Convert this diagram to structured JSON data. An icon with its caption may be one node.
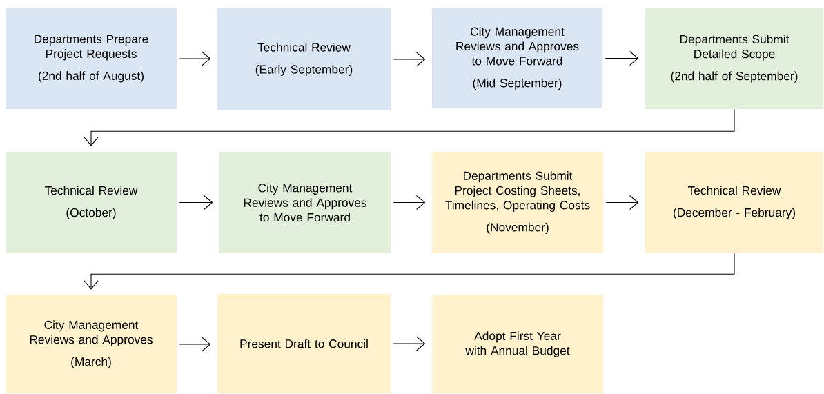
{
  "diagram": {
    "nodes": [
      {
        "text": [
          "Departments Prepare Project Requests",
          "(2nd half of August)"
        ]
      },
      {
        "text": [
          "Technical Review",
          "(Early September)"
        ]
      },
      {
        "text": [
          "City Management Reviews and Approves to Move Forward",
          "(Mid September)"
        ]
      },
      {
        "text": [
          "Departments Submit Detailed Scope",
          "(2nd half of September)"
        ]
      },
      {
        "text": [
          "Technical Review",
          "(October)"
        ]
      },
      {
        "text": [
          "City Management Reviews and Approves to Move Forward"
        ]
      },
      {
        "text": [
          "Departments Submit Project Costing Sheets, Timelines, Operating Costs",
          "(November)"
        ]
      },
      {
        "text": [
          "Technical Review",
          "(December - February)"
        ]
      },
      {
        "text": [
          "City Management Reviews and Approves",
          "(March)"
        ]
      },
      {
        "text": [
          "Present Draft to Council"
        ]
      },
      {
        "text": [
          "Adopt First Year with Annual Budget"
        ]
      }
    ],
    "edges": [
      {
        "from": 0,
        "to": 1,
        "arrow": "to"
      },
      {
        "from": 1,
        "to": 2,
        "arrow": "to"
      },
      {
        "from": 2,
        "to": 3,
        "arrow": "to"
      },
      {
        "from": 3,
        "to": 4,
        "arrow": "to"
      },
      {
        "from": 4,
        "to": 5,
        "arrow": "to"
      },
      {
        "from": 5,
        "to": 6,
        "arrow": "to"
      },
      {
        "from": 6,
        "to": 7,
        "arrow": "to"
      },
      {
        "from": 7,
        "to": 8,
        "arrow": "to"
      },
      {
        "from": 8,
        "to": 9,
        "arrow": "to"
      },
      {
        "from": 9,
        "to": 10,
        "arrow": "to"
      }
    ]
  }
}
